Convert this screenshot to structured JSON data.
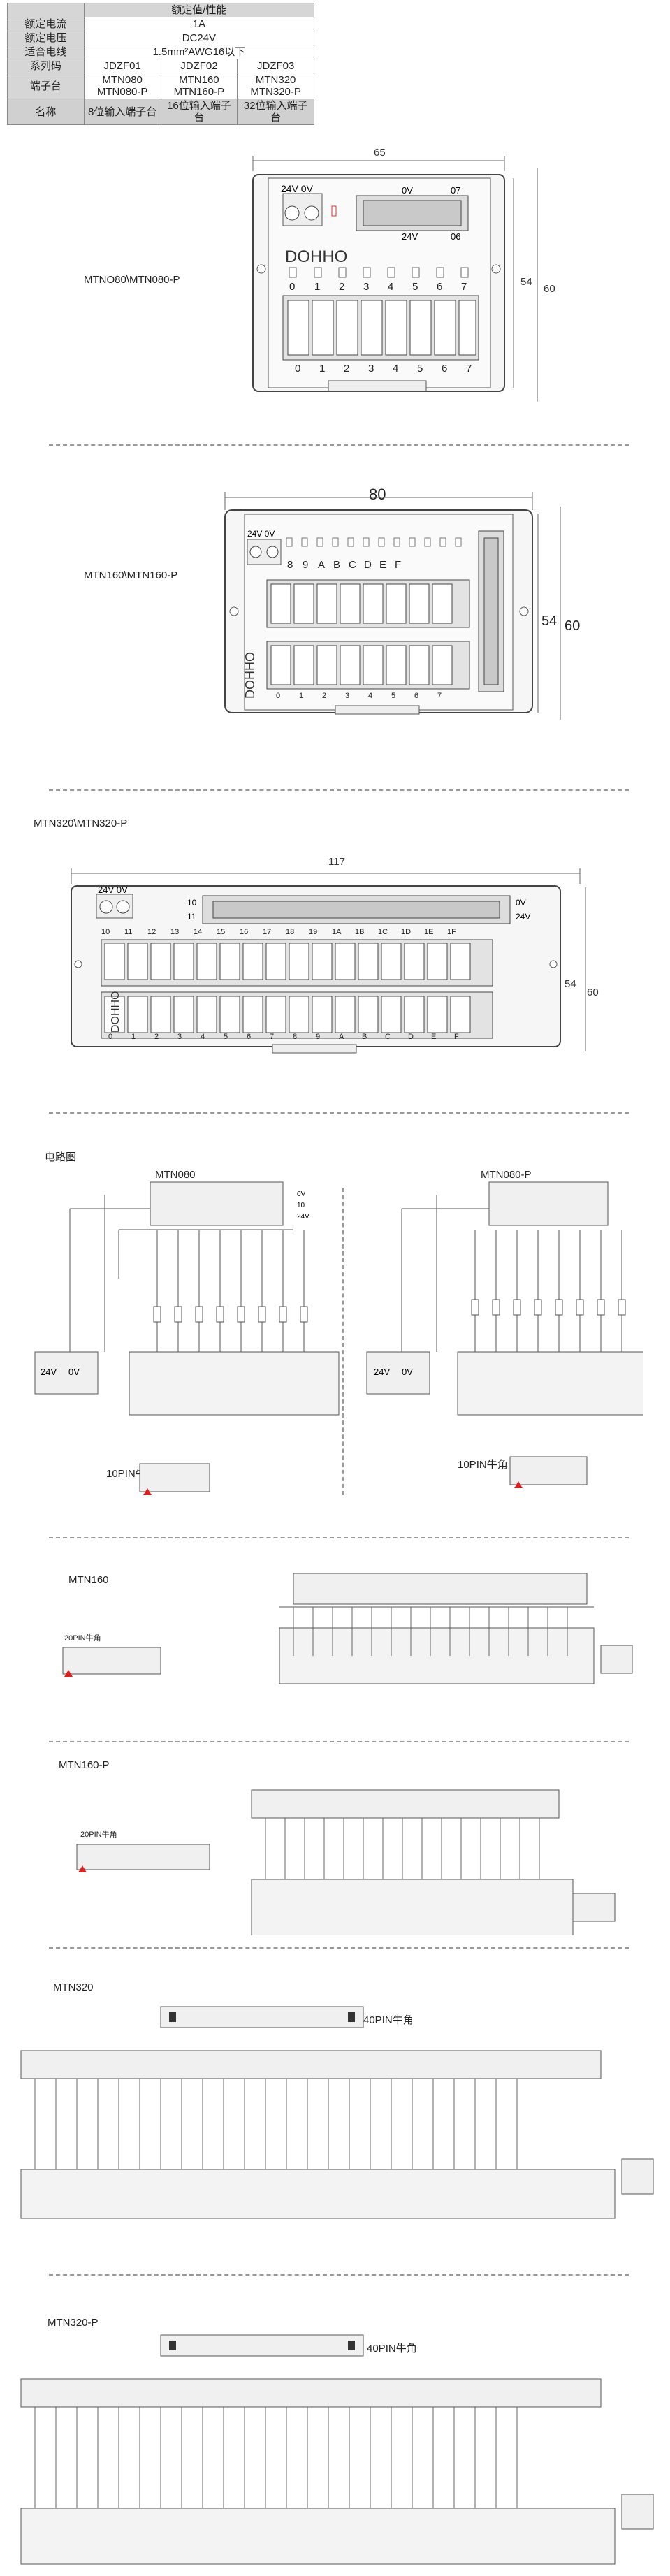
{
  "spec_table": {
    "header": "额定值/性能",
    "rows": [
      {
        "label": "额定电流",
        "value": "1A"
      },
      {
        "label": "额定电压",
        "value": "DC24V"
      },
      {
        "label": "适合电线",
        "value": "1.5mm²AWG16以下"
      }
    ],
    "series_label": "系列码",
    "series": [
      "JDZF01",
      "JDZF02",
      "JDZF03"
    ],
    "terminal_label": "端子台",
    "terminals": [
      [
        "MTN080",
        "MTN080-P"
      ],
      [
        "MTN160",
        "MTN160-P"
      ],
      [
        "MTN320",
        "MTN320-P"
      ]
    ],
    "name_label": "名称",
    "names": [
      "8位输入端子台",
      "16位输入端子台",
      "32位输入端子台"
    ]
  },
  "dims": {
    "mtn080": {
      "width": "65",
      "h1": "54",
      "h2": "60"
    },
    "mtn160": {
      "width": "80",
      "h1": "54",
      "h2": "60"
    },
    "mtn320": {
      "width": "117",
      "h1": "54",
      "h2": "60"
    }
  },
  "model_labels": {
    "mtn080": "MTNO80\\MTN080-P",
    "mtn160": "MTN160\\MTN160-P",
    "mtn320": "MTN320\\MTN320-P"
  },
  "brand": "DOHHO",
  "power": {
    "v24": "24V",
    "v0": "0V"
  },
  "terminals_8": [
    "0",
    "1",
    "2",
    "3",
    "4",
    "5",
    "6",
    "7"
  ],
  "terminals_16": [
    "8",
    "9",
    "A",
    "B",
    "C",
    "D",
    "E",
    "F"
  ],
  "terminals_16_bottom": [
    "0",
    "1",
    "2",
    "3",
    "4",
    "5",
    "6",
    "7"
  ],
  "terminals_32_top": [
    "10",
    "11",
    "12",
    "13",
    "14",
    "15",
    "16",
    "17",
    "18",
    "19",
    "1A",
    "1B",
    "1C",
    "1D",
    "1E",
    "1F"
  ],
  "terminals_32_bottom": [
    "0",
    "1",
    "2",
    "3",
    "4",
    "5",
    "6",
    "7",
    "8",
    "9",
    "A",
    "B",
    "C",
    "D",
    "E",
    "F"
  ],
  "connector_pins": {
    "p07": "07",
    "p06": "06"
  },
  "circuit": {
    "title": "电路图",
    "mtn080": "MTN080",
    "mtn080p": "MTN080-P",
    "mtn160": "MTN160",
    "mtn160p": "MTN160-P",
    "mtn320": "MTN320",
    "mtn320p": "MTN320-P",
    "pin10": "10PIN牛角",
    "pin20": "20PIN牛角",
    "pin40": "40PIN牛角"
  }
}
